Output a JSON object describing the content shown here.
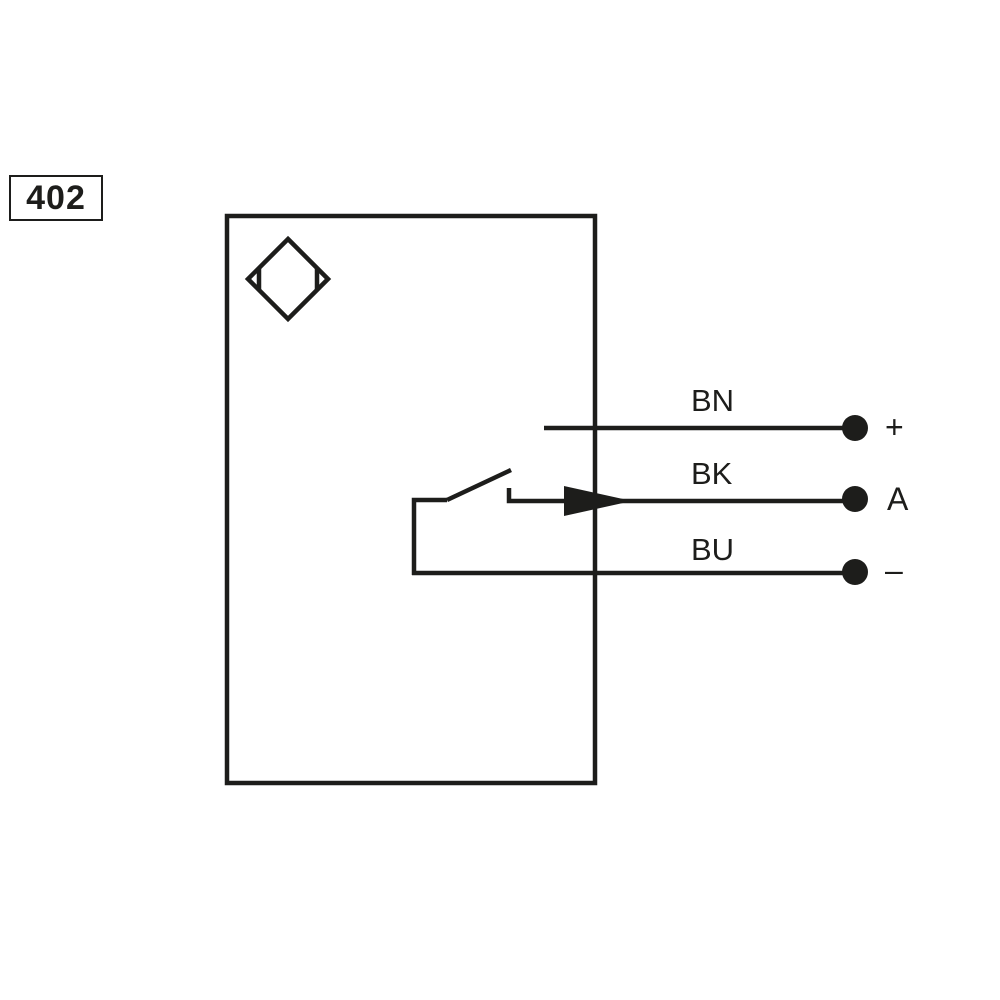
{
  "diagram_id": "402",
  "wires": [
    {
      "color_code": "BN",
      "terminal": "+"
    },
    {
      "color_code": "BK",
      "terminal": "A"
    },
    {
      "color_code": "BU",
      "terminal": "–"
    }
  ],
  "colors": {
    "ink": "#1d1d1b",
    "background": "#ffffff"
  },
  "icons": {
    "sensor_symbol": "inductive-sensor-icon",
    "switch": "normally-open-switch-icon",
    "output": "output-arrow-icon"
  }
}
